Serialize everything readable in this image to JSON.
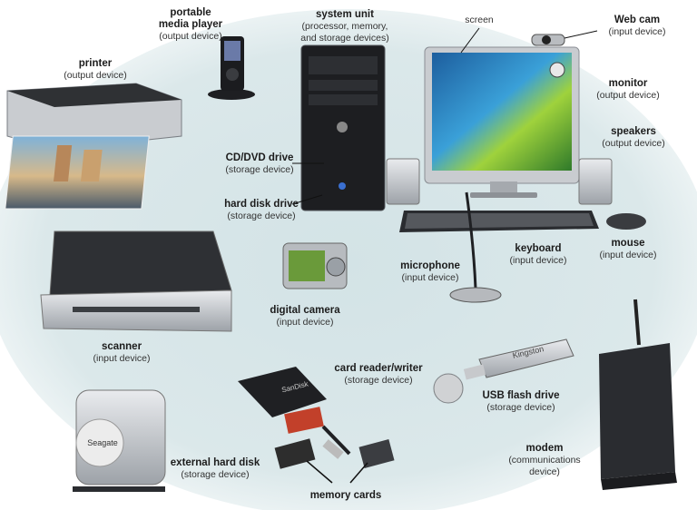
{
  "labels": {
    "printer": {
      "title": "printer",
      "sub": "(output device)"
    },
    "media_player": {
      "title1": "portable",
      "title2": "media player",
      "sub": "(output device)"
    },
    "system_unit": {
      "title": "system unit",
      "sub1": "(processor, memory,",
      "sub2": "and storage devices)"
    },
    "screen": {
      "title": "screen"
    },
    "web_cam": {
      "title": "Web cam",
      "sub": "(input device)"
    },
    "monitor": {
      "title": "monitor",
      "sub": "(output device)"
    },
    "speakers": {
      "title": "speakers",
      "sub": "(output device)"
    },
    "cd_dvd": {
      "title": "CD/DVD drive",
      "sub": "(storage device)"
    },
    "hard_disk": {
      "title": "hard disk drive",
      "sub": "(storage device)"
    },
    "keyboard": {
      "title": "keyboard",
      "sub": "(input device)"
    },
    "mouse": {
      "title": "mouse",
      "sub": "(input device)"
    },
    "microphone": {
      "title": "microphone",
      "sub": "(input device)"
    },
    "digital_camera": {
      "title": "digital camera",
      "sub": "(input device)"
    },
    "scanner": {
      "title": "scanner",
      "sub": "(input device)"
    },
    "card_reader": {
      "title": "card reader/writer",
      "sub": "(storage device)"
    },
    "usb": {
      "title": "USB flash drive",
      "sub": "(storage device)"
    },
    "modem": {
      "title": "modem",
      "sub": "(communications device)"
    },
    "ext_hdd": {
      "title": "external hard disk",
      "sub": "(storage device)"
    },
    "memory_cards": {
      "title": "memory cards"
    }
  },
  "device_text": {
    "seagate": "Seagate",
    "kingston": "Kingston",
    "sandisk": "SanDisk"
  },
  "colors": {
    "background_halo": "#d8e6ea",
    "device_dark": "#2b2d30",
    "device_silver": "#c9ccd0",
    "screen_green": "#7fbf3a",
    "screen_blue": "#2a6fb8"
  }
}
